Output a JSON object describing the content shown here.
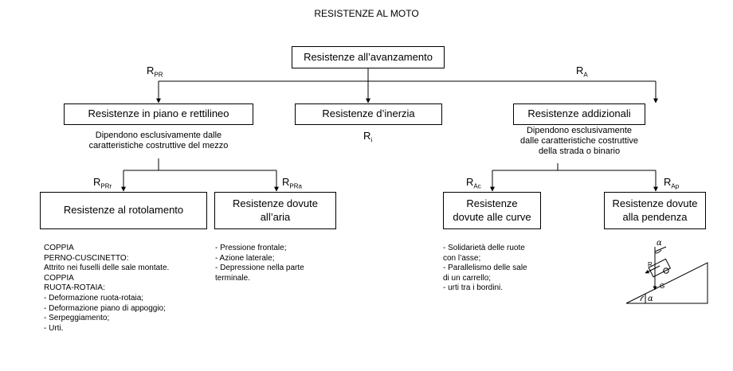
{
  "title": "RESISTENZE AL MOTO",
  "nodes": {
    "root": "Resistenze all’avanzamento",
    "piano": "Resistenze in piano e rettilineo",
    "inerzia": "Resistenze d’inerzia",
    "addizionali": "Resistenze addizionali",
    "rotolamento": "Resistenze al rotolamento",
    "aria": "Resistenze dovute all’aria",
    "curve": "Resistenze dovute alle curve",
    "pendenza": "Resistenze dovute alla pendenza"
  },
  "symbols": {
    "rpr": {
      "main": "R",
      "sub": "PR"
    },
    "ra": {
      "main": "R",
      "sub": "A"
    },
    "ri": {
      "main": "R",
      "sub": "i"
    },
    "rprr": {
      "main": "R",
      "sub": "PRr"
    },
    "rpra": {
      "main": "R",
      "sub": "PRa"
    },
    "rac": {
      "main": "R",
      "sub": "Ac"
    },
    "rap": {
      "main": "R",
      "sub": "Ap"
    }
  },
  "descriptions": {
    "piano": [
      "Dipendono esclusivamente  dalle",
      "caratteristiche costruttive del mezzo"
    ],
    "addizionali": [
      "Dipendono esclusivamente",
      "dalle caratteristiche costruttive",
      "della strada o binario"
    ]
  },
  "lists": {
    "rotolamento": [
      "COPPIA",
      "PERNO-CUSCINETTO:",
      "Attrito nei fuselli delle sale montate.",
      "COPPIA",
      "RUOTA-ROTAIA:",
      "- Deformazione ruota-rotaia;",
      "- Deformazione piano di appoggio;",
      "- Serpeggiamento;",
      "- Urti."
    ],
    "aria": [
      "- Pressione frontale;",
      "- Azione laterale;",
      "- Depressione nella parte",
      "terminale."
    ],
    "curve": [
      "- Solidarietà delle ruote",
      "con l’asse;",
      "- Parallelismo delle sale",
      "di un carrello;",
      "- urti tra i bordini."
    ]
  },
  "incline_figure": {
    "alpha_top": "α",
    "alpha_bottom": "α",
    "r": "R",
    "g": "G"
  }
}
